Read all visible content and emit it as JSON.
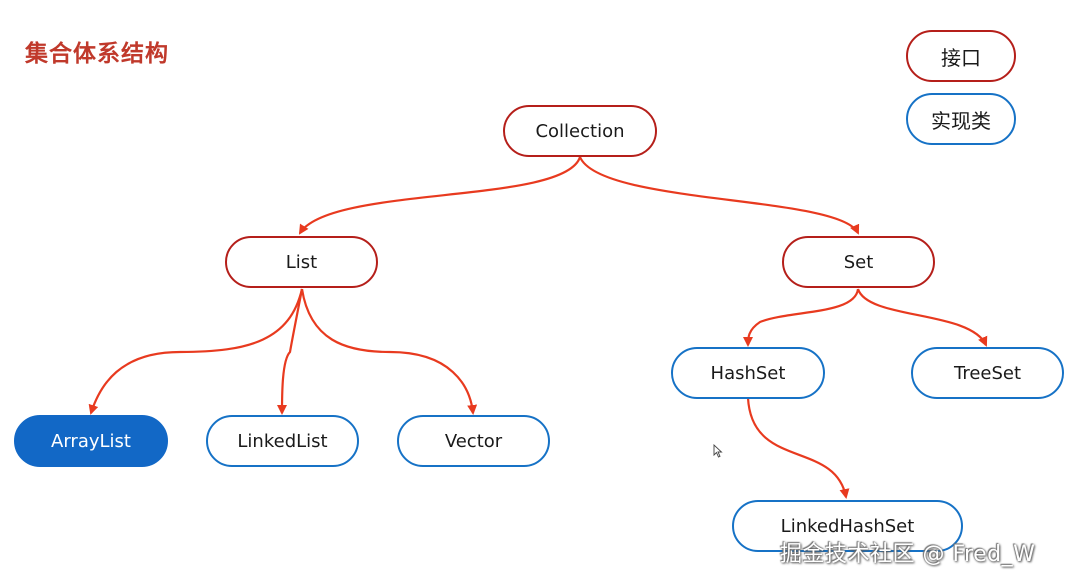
{
  "title": "集合体系结构",
  "legend": {
    "interface_label": "接口",
    "implementation_label": "实现类"
  },
  "colors": {
    "title": "#c0392b",
    "interface_border": "#b51f1a",
    "implementation_border": "#1672c6",
    "arrow": "#e83a1f",
    "selected_fill": "#1268c6"
  },
  "nodes": {
    "collection": "Collection",
    "list": "List",
    "set": "Set",
    "arraylist": "ArrayList",
    "linkedlist": "LinkedList",
    "vector": "Vector",
    "hashset": "HashSet",
    "treeset": "TreeSet",
    "linkedhashset": "LinkedHashSet"
  },
  "edges": [
    {
      "from": "Collection",
      "to": "List"
    },
    {
      "from": "Collection",
      "to": "Set"
    },
    {
      "from": "List",
      "to": "ArrayList"
    },
    {
      "from": "List",
      "to": "LinkedList"
    },
    {
      "from": "List",
      "to": "Vector"
    },
    {
      "from": "Set",
      "to": "HashSet"
    },
    {
      "from": "Set",
      "to": "TreeSet"
    },
    {
      "from": "HashSet",
      "to": "LinkedHashSet"
    }
  ],
  "watermark": "掘金技术社区 @ Fred_W"
}
